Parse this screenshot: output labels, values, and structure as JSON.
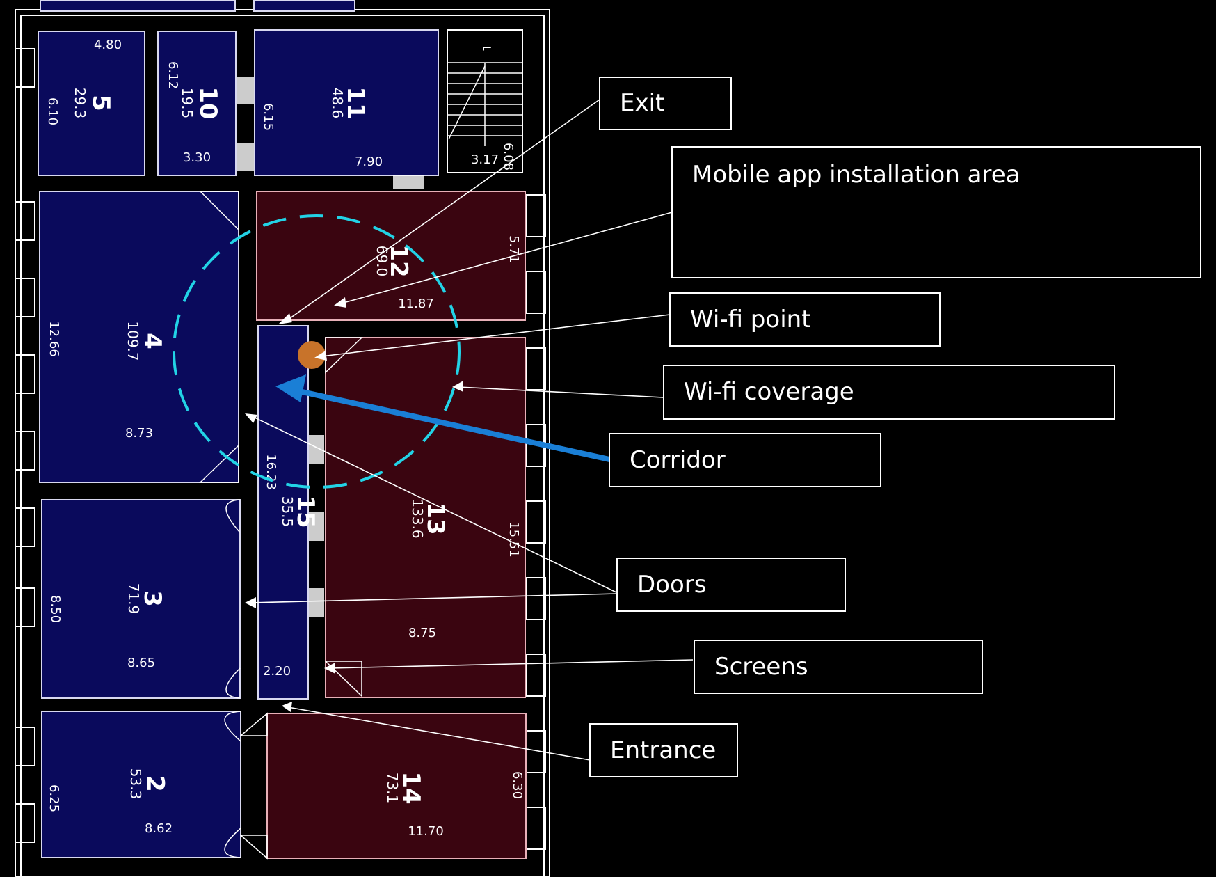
{
  "rooms": [
    {
      "id": "5",
      "num": "5",
      "area": "29.3",
      "dims": [
        "4.80",
        "6.10"
      ]
    },
    {
      "id": "10",
      "num": "10",
      "area": "19.5",
      "dims": [
        "6.12",
        "3.30"
      ]
    },
    {
      "id": "11",
      "num": "11",
      "area": "48.6",
      "dims": [
        "6.15",
        "7.90"
      ]
    },
    {
      "id": "stair",
      "dims": [
        "3.17",
        "6.08"
      ],
      "label": "⌐"
    },
    {
      "id": "4",
      "num": "4",
      "area": "109.7",
      "dims": [
        "12.66",
        "8.73"
      ]
    },
    {
      "id": "12",
      "num": "12",
      "area": "69.0",
      "dims": [
        "5.71",
        "11.87"
      ]
    },
    {
      "id": "15",
      "num": "15",
      "area": "35.5",
      "dims": [
        "16.23",
        "2.20"
      ]
    },
    {
      "id": "13",
      "num": "13",
      "area": "133.6",
      "dims": [
        "15.51",
        "8.75"
      ]
    },
    {
      "id": "3",
      "num": "3",
      "area": "71.9",
      "dims": [
        "8.50",
        "8.65"
      ]
    },
    {
      "id": "2",
      "num": "2",
      "area": "53.3",
      "dims": [
        "6.25",
        "8.62"
      ]
    },
    {
      "id": "14",
      "num": "14",
      "area": "73.1",
      "dims": [
        "6.30",
        "11.70"
      ]
    }
  ],
  "callouts": {
    "exit": "Exit",
    "mobile_app_area": "Mobile app installation area",
    "wifi_point": "Wi-fi point",
    "wifi_coverage": "Wi-fi coverage",
    "corridor": "Corridor",
    "doors": "Doors",
    "screens": "Screens",
    "entrance": "Entrance"
  },
  "colors": {
    "room_blue": "#0a0a5c",
    "room_red": "#3a0510",
    "wifi_coverage": "#22d3e6",
    "wifi_point": "#c8732a",
    "corridor_arrow": "#1a7fd6"
  }
}
